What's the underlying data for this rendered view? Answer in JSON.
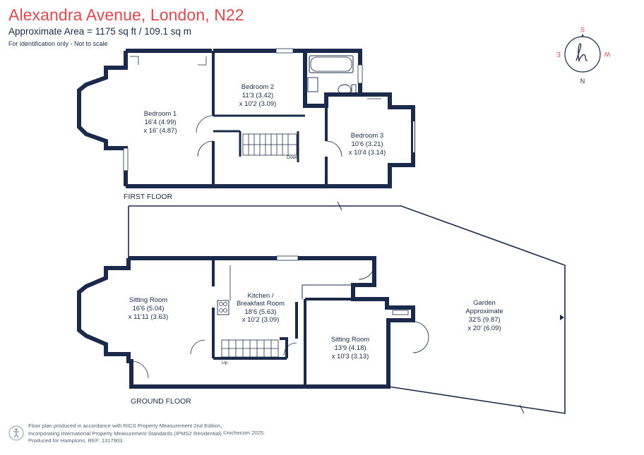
{
  "header": {
    "title": "Alexandra Avenue, London, N22",
    "area": "Approximate Area = 1175 sq ft / 109.1 sq m",
    "note": "For identification only - Not to scale"
  },
  "compass": {
    "top": "S",
    "left": "E",
    "right": "W",
    "bottom": "N"
  },
  "floors": {
    "first": {
      "label": "FIRST FLOOR",
      "rooms": [
        {
          "name": "Bedroom 1",
          "dim1": "16'4 (4.99)",
          "dim2": "x 16' (4.87)"
        },
        {
          "name": "Bedroom 2",
          "dim1": "11'3 (3.42)",
          "dim2": "x 10'2 (3.09)"
        },
        {
          "name": "Bedroom 3",
          "dim1": "10'6 (3.21)",
          "dim2": "x 10'4 (3.14)"
        }
      ],
      "stair_label": "Down"
    },
    "ground": {
      "label": "GROUND FLOOR",
      "rooms": [
        {
          "name": "Sitting Room",
          "dim1": "16'6 (5.04)",
          "dim2": "x 11'11 (3.63)"
        },
        {
          "name": "Kitchen /",
          "name2": "Breakfast Room",
          "dim1": "18'6 (5.63)",
          "dim2": "x 10'2 (3.09)"
        },
        {
          "name": "Sitting Room",
          "dim1": "13'9 (4.18)",
          "dim2": "x 10'3 (3.13)"
        },
        {
          "name": "Garden",
          "name2": "Approximate",
          "dim1": "32'5 (9.87)",
          "dim2": "x 20' (6.09)"
        }
      ],
      "stair_label": "Up"
    }
  },
  "footer": {
    "line1": "Floor plan produced in accordance with RICS Property Measurement 2nd Edition,",
    "line2": "Incorporating International Property Measurement Standards (IPMS2 Residential).",
    "line3": "Produced for Hamptons.   REF: 1317903",
    "copyright": "©nichecom 2025."
  },
  "colors": {
    "wall": "#1b2a4a",
    "title": "#e0474c",
    "text": "#1b2a4a"
  }
}
